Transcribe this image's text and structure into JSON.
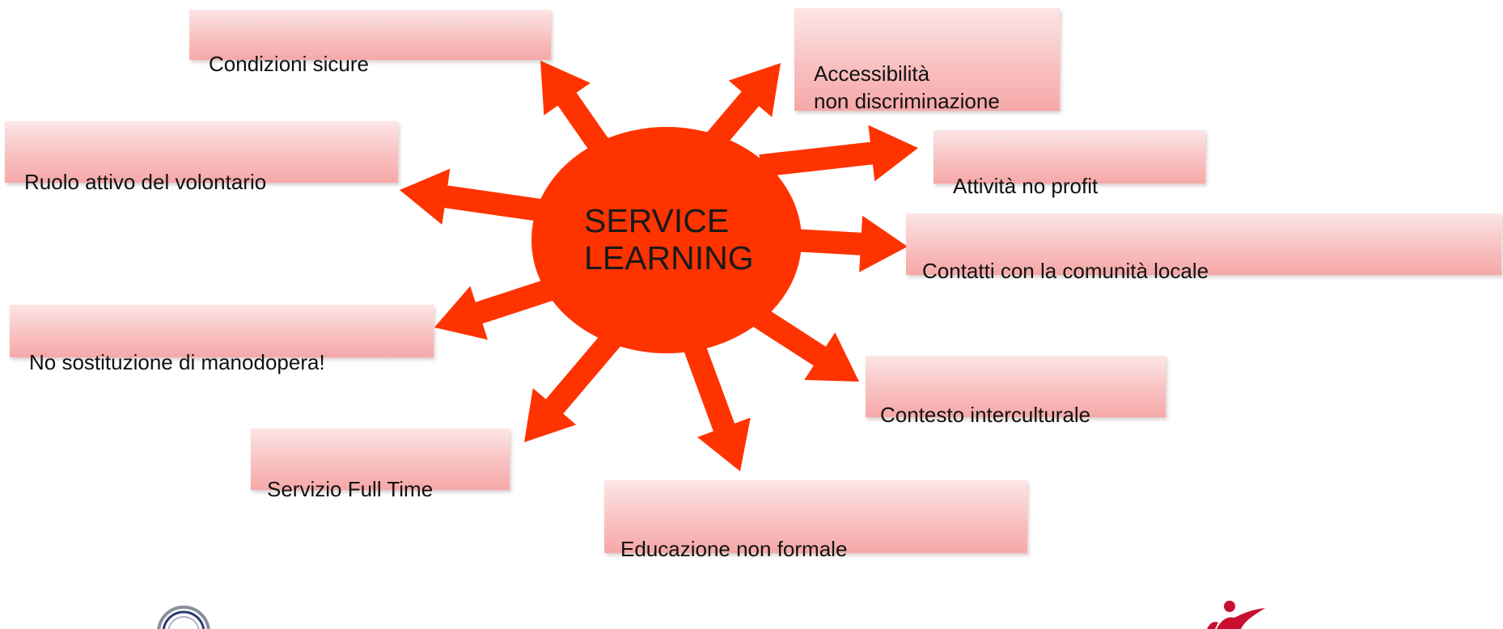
{
  "center": {
    "label": "SERVICE\nLEARNING",
    "color": "#ff3300"
  },
  "boxes": [
    {
      "id": "condizioni-sicure",
      "label": "Condizioni sicure"
    },
    {
      "id": "accessibilita",
      "label": "Accessibilità\nnon discriminazione"
    },
    {
      "id": "ruolo-attivo",
      "label": "Ruolo attivo del volontario"
    },
    {
      "id": "attivita-no-profit",
      "label": "Attività no profit"
    },
    {
      "id": "contatti-comunita",
      "label": "Contatti con la comunità locale"
    },
    {
      "id": "no-sostituzione",
      "label": "No sostituzione di manodopera!"
    },
    {
      "id": "contesto-interculturale",
      "label": "Contesto interculturale"
    },
    {
      "id": "servizio-full-time",
      "label": "Servizio Full Time"
    },
    {
      "id": "educazione-non-formale",
      "label": "Educazione non formale"
    }
  ],
  "colors": {
    "arrow": "#ff3300",
    "box_top": "#fce6e6",
    "box_bottom": "#f6a8a8"
  },
  "logos": {
    "left": "circular-logo-icon",
    "right": "figure-logo-icon"
  }
}
